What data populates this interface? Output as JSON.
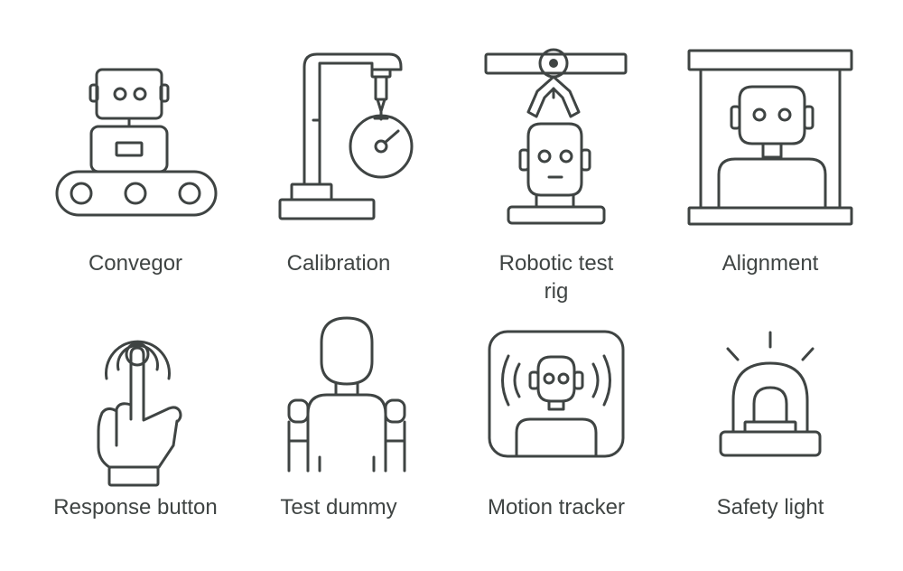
{
  "icons": [
    {
      "label": "Convegor",
      "icon": "conveyor-robot"
    },
    {
      "label": "Calibration",
      "icon": "calibration-gauge"
    },
    {
      "label": "Robotic test\nrig",
      "icon": "robotic-test-rig"
    },
    {
      "label": "Alignment",
      "icon": "alignment-frame"
    },
    {
      "label": "Response button",
      "icon": "touch-button"
    },
    {
      "label": "Test dummy",
      "icon": "test-dummy"
    },
    {
      "label": "Motion tracker",
      "icon": "motion-tracker"
    },
    {
      "label": "Safety light",
      "icon": "safety-light"
    }
  ],
  "side_id": "Adobe Stock | #1517079855",
  "colors": {
    "line": "#3f4443",
    "background": "#ffffff"
  }
}
